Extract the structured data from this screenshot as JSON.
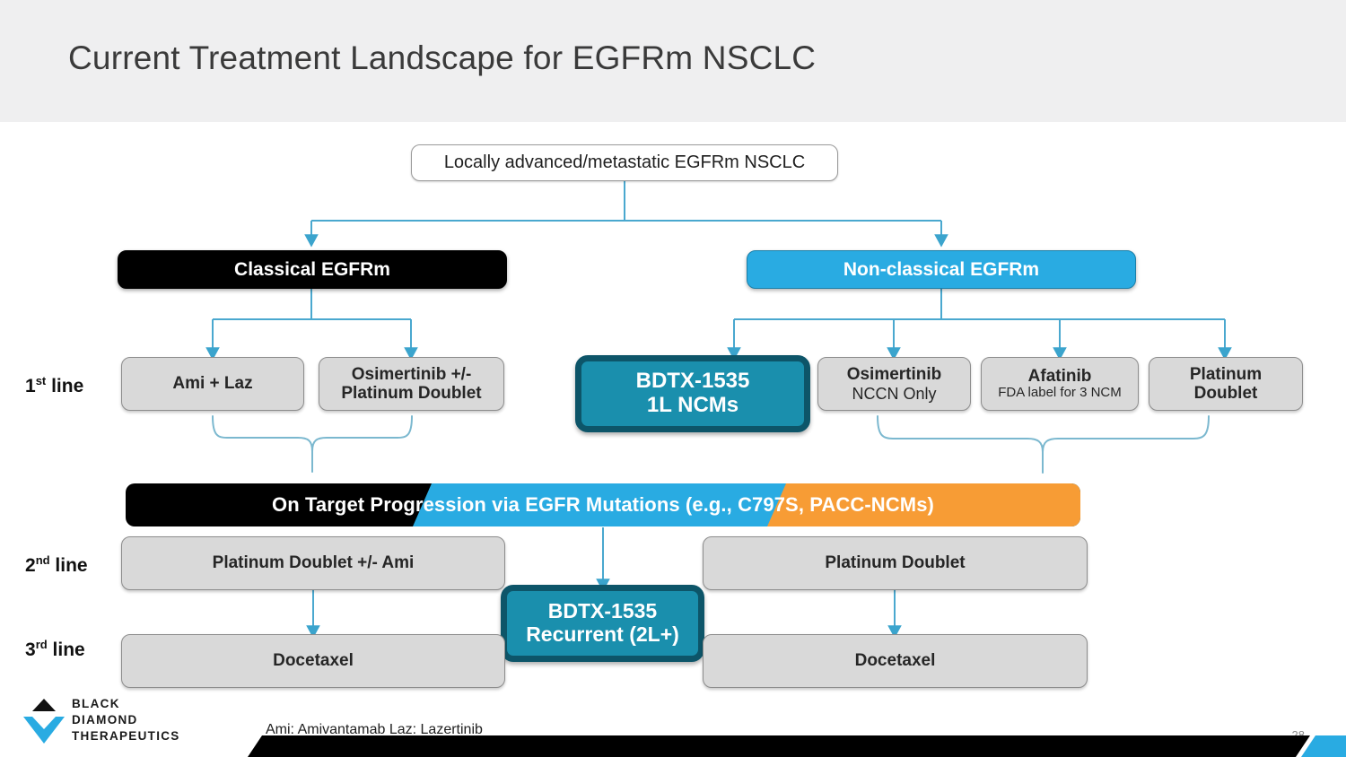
{
  "slide": {
    "title": "Current Treatment Landscape for EGFRm NSCLC",
    "page_number": "28",
    "footnote": "Ami: Amivantamab Laz:  Lazertinib"
  },
  "colors": {
    "header_band": "#efeff0",
    "black": "#000000",
    "brand_blue": "#29abe2",
    "teal_fill": "#1a8fad",
    "teal_border": "#0d5569",
    "orange": "#f79c35",
    "gray_box": "#d9d9d9",
    "connector": "#4aa8cf"
  },
  "root": {
    "label": "Locally advanced/metastatic EGFRm NSCLC"
  },
  "branches": [
    {
      "label": "Classical EGFRm",
      "style": "black"
    },
    {
      "label": "Non-classical EGFRm",
      "style": "blue"
    }
  ],
  "line_labels": [
    {
      "ordinal": "1",
      "suffix": "st",
      "text": " line"
    },
    {
      "ordinal": "2",
      "suffix": "nd",
      "text": " line"
    },
    {
      "ordinal": "3",
      "suffix": "rd",
      "text": " line"
    }
  ],
  "first_line": {
    "classical": [
      {
        "l1": "Ami + Laz",
        "l2": ""
      },
      {
        "l1": "Osimertinib +/-",
        "l2": "Platinum Doublet"
      }
    ],
    "nonclassical_highlight": {
      "l1": "BDTX-1535",
      "l2": "1L NCMs"
    },
    "nonclassical": [
      {
        "l1": "Osimertinib",
        "l2": "NCCN Only",
        "sub_style": "regular"
      },
      {
        "l1": "Afatinib",
        "l2": "FDA label for 3 NCM",
        "sub_style": "small"
      },
      {
        "l1": "Platinum",
        "l2": "Doublet",
        "sub_style": "bold"
      }
    ]
  },
  "progression": {
    "label": "On Target Progression via EGFR Mutations (e.g., C797S, PACC-NCMs)",
    "segments": [
      "#000000",
      "#29abe2",
      "#f79c35"
    ]
  },
  "second_line": {
    "left": "Platinum Doublet +/- Ami",
    "right": "Platinum Doublet"
  },
  "recurrent_highlight": {
    "l1": "BDTX-1535",
    "l2": "Recurrent (2L+)"
  },
  "third_line": {
    "left": "Docetaxel",
    "right": "Docetaxel"
  },
  "logo": {
    "line1": "BLACK",
    "line2": "DIAMOND",
    "line3": "THERAPEUTICS"
  }
}
